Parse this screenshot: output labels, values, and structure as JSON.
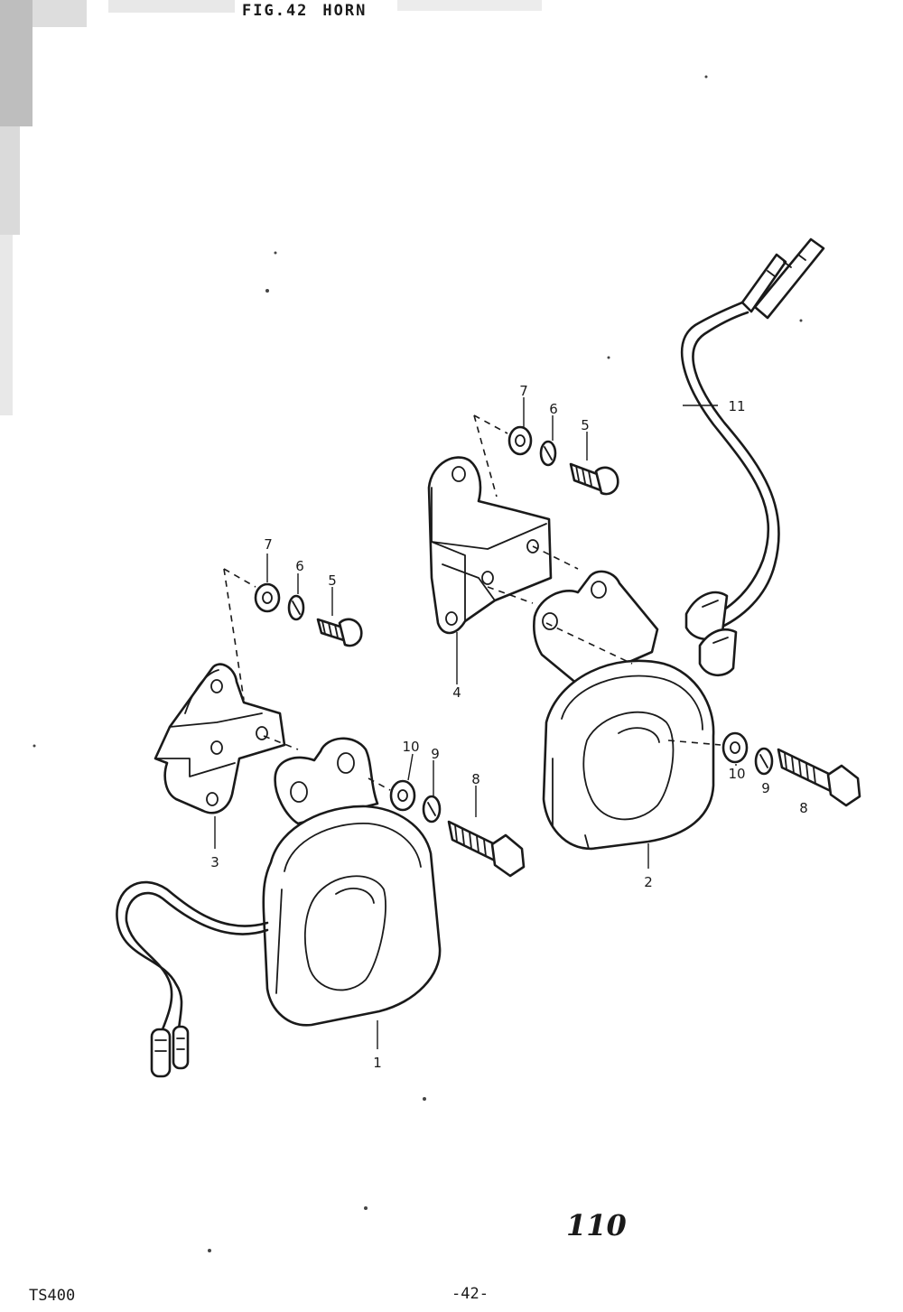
{
  "figure": {
    "number": "FIG.42",
    "title": "HORN"
  },
  "page_number": "110",
  "model": "TS400",
  "sheet": "-42-",
  "callouts": {
    "p1": "1",
    "p2": "2",
    "p3": "3",
    "p4": "4",
    "p5a": "5",
    "p5b": "5",
    "p6a": "6",
    "p6b": "6",
    "p7a": "7",
    "p7b": "7",
    "p8a": "8",
    "p8b": "8",
    "p9a": "9",
    "p9b": "9",
    "p10a": "10",
    "p10b": "10",
    "p11": "11"
  }
}
